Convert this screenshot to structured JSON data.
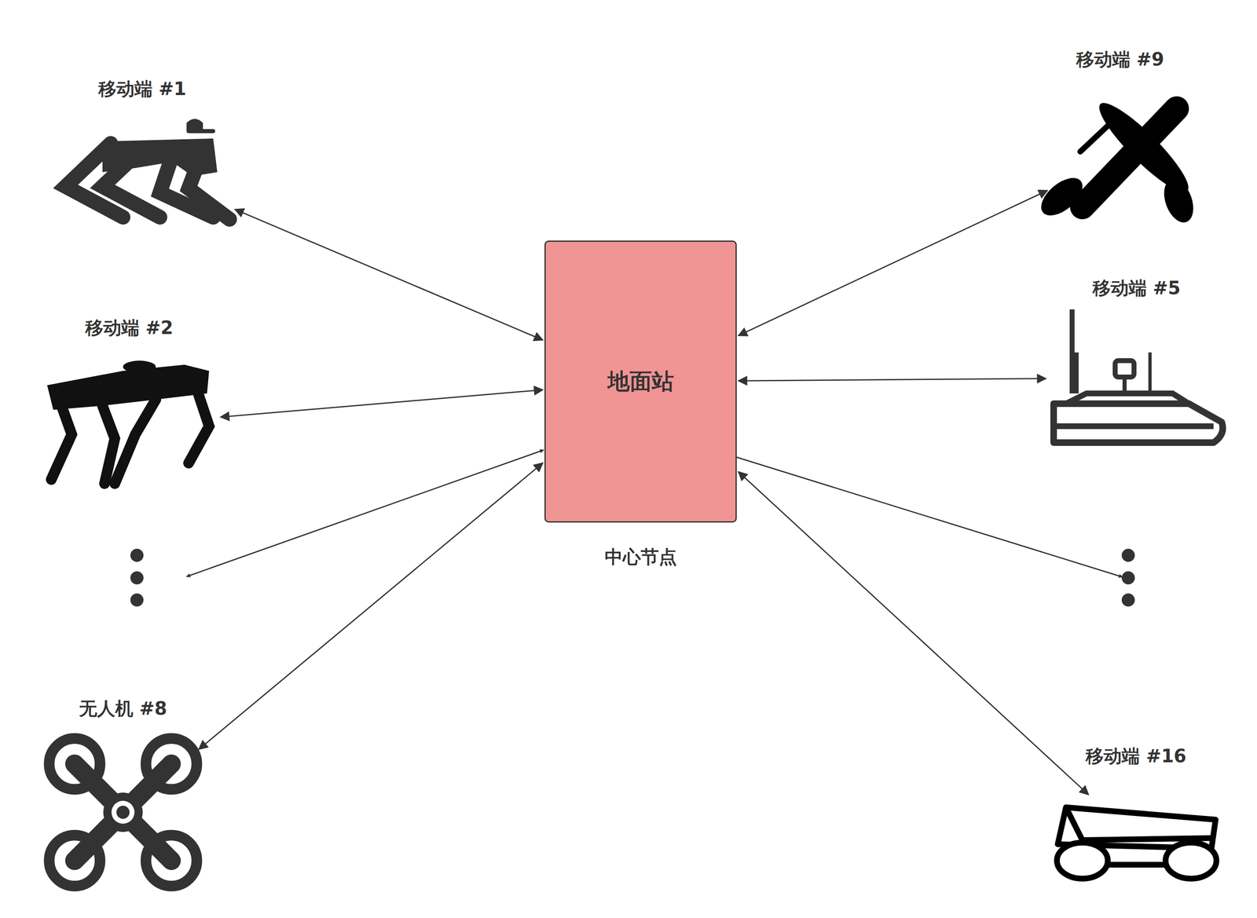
{
  "diagram": {
    "nodes": [
      {
        "text": [
          "移动端 #1"
        ]
      },
      {
        "text": [
          "移动端 #9"
        ]
      },
      {
        "text": [
          "移动端 #2"
        ]
      },
      {
        "text": [
          "移动端 #5"
        ]
      },
      {
        "text": [
          "地面站",
          "中心节点"
        ]
      },
      {
        "text": [
          "无人机 #8"
        ]
      },
      {
        "text": [
          "移动端 #16"
        ]
      }
    ],
    "edges": [
      {
        "from": 4,
        "to": 0,
        "arrow": "both"
      },
      {
        "from": 4,
        "to": 1,
        "arrow": "both"
      },
      {
        "from": 4,
        "to": 2,
        "arrow": "both"
      },
      {
        "from": 4,
        "to": 3,
        "arrow": "both"
      },
      {
        "from": 4,
        "to": 5,
        "arrow": "both"
      },
      {
        "from": 4,
        "to": 6,
        "arrow": "both"
      }
    ]
  }
}
